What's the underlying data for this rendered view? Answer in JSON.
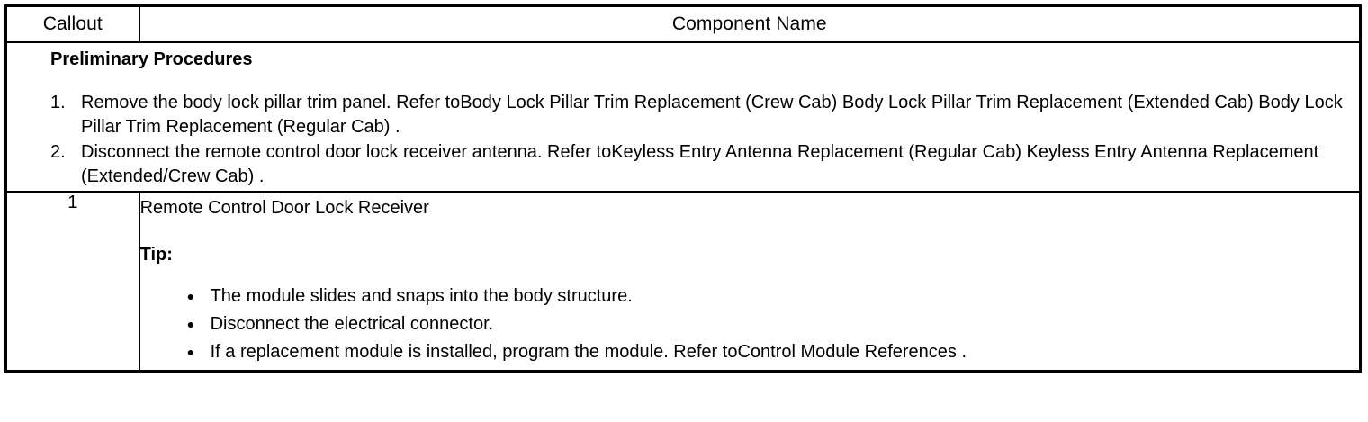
{
  "table": {
    "headers": {
      "callout": "Callout",
      "component_name": "Component Name"
    },
    "preliminary": {
      "title": "Preliminary Procedures",
      "steps": [
        "Remove the body lock pillar trim panel. Refer toBody Lock Pillar Trim Replacement (Crew Cab) Body Lock Pillar Trim Replacement (Extended Cab) Body Lock Pillar Trim Replacement (Regular Cab) .",
        "Disconnect the remote control door lock receiver antenna. Refer toKeyless Entry Antenna Replacement (Regular Cab) Keyless Entry Antenna Replacement (Extended/Crew Cab) ."
      ]
    },
    "rows": [
      {
        "callout": "1",
        "component_name": "Remote Control Door Lock Receiver",
        "tip_label": "Tip:",
        "tips": [
          "The module slides and snaps into the body structure.",
          "Disconnect the electrical connector.",
          "If a replacement module is installed, program the module. Refer toControl Module References ."
        ]
      }
    ]
  },
  "colors": {
    "border": "#000000",
    "text": "#000000",
    "background": "#ffffff"
  }
}
